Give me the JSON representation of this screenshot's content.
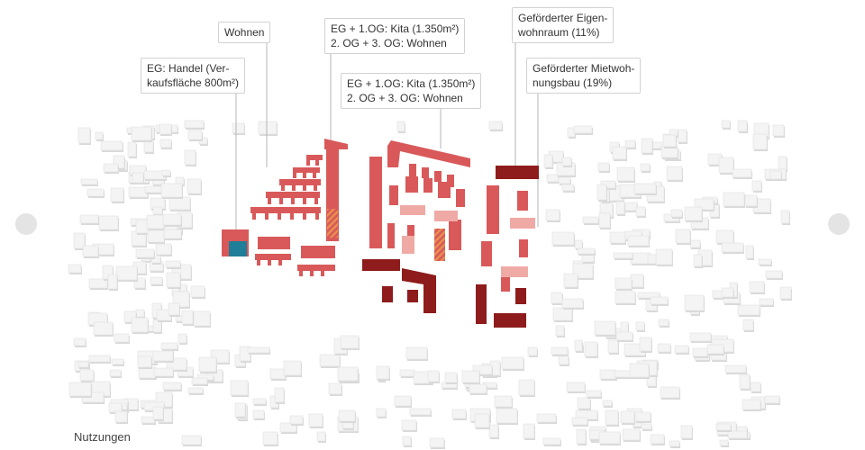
{
  "slide": {
    "caption": "Nutzungen"
  },
  "callouts": {
    "handel": "EG: Handel (Ver-\nkaufsfläche 800m²)",
    "wohnen": "Wohnen",
    "kita_1": "EG + 1.OG: Kita (1.350m²)\n2. OG + 3. OG: Wohnen",
    "kita_2": "EG + 1.OG: Kita (1.350m²)\n2. OG + 3. OG: Wohnen",
    "eigenwohnraum": "Geförderter Eigen-\nwohnraum (11%)",
    "mietwohnungsbau": "Geförderter Mietwoh-\nnungsbau (19%)"
  },
  "colors": {
    "wohnen": "#d9595a",
    "gefoerdert_miete": "#8e1c1c",
    "gefoerdert_eigen": "#efaaa5",
    "handel": "#1f7f99",
    "kita_hatch": "#e8904e",
    "context_building": "#f4f4f4",
    "leader_line": "#b5b5b5"
  },
  "icons": {
    "prev": "nav-prev-dot-icon",
    "next": "nav-next-dot-icon"
  }
}
